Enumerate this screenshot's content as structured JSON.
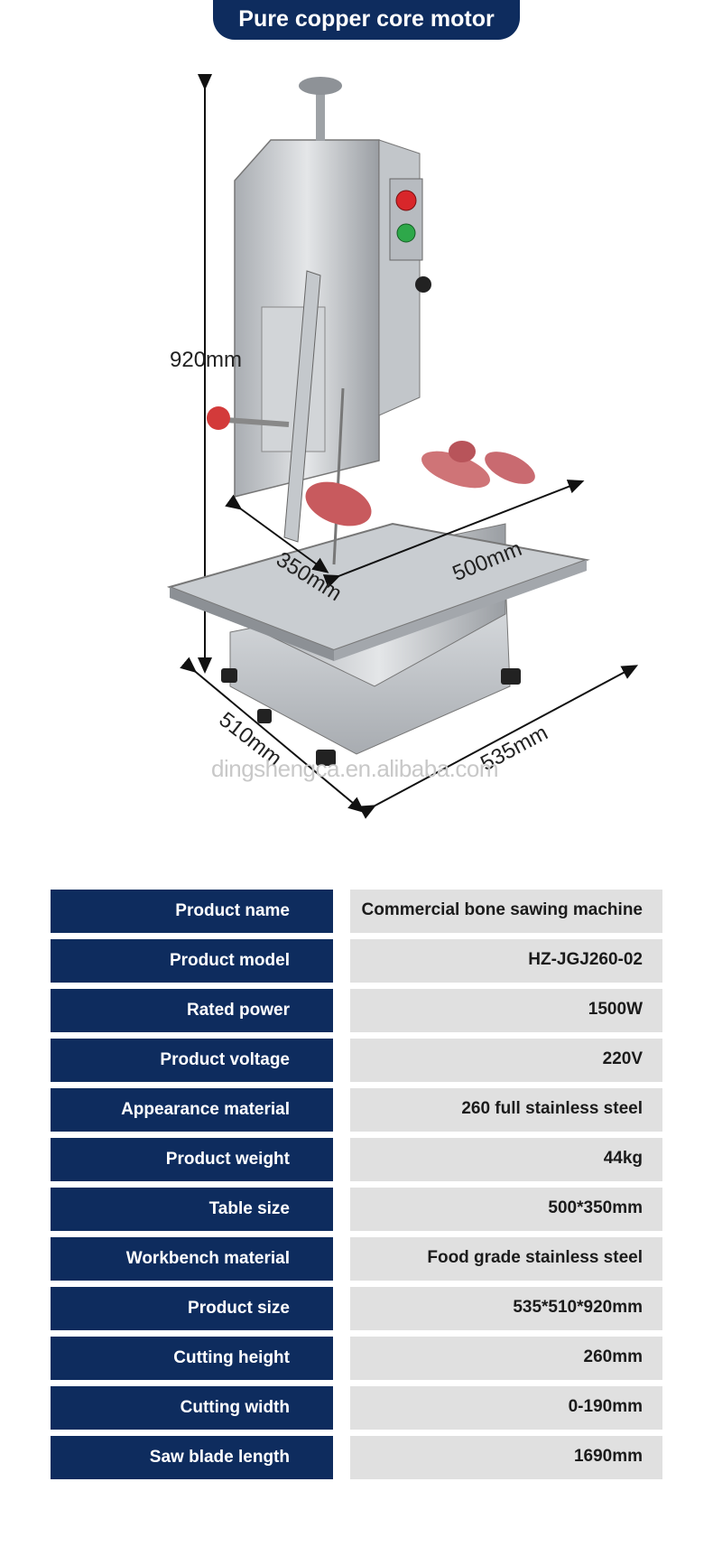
{
  "title": "Pure copper core motor",
  "dimensions": {
    "height": "920mm",
    "table_depth": "350mm",
    "table_width": "500mm",
    "base_depth": "510mm",
    "base_width": "535mm"
  },
  "watermark": "dingshengca.en.alibaba.com",
  "specs": [
    {
      "label": "Product name",
      "value": "Commercial bone sawing machine"
    },
    {
      "label": "Product model",
      "value": "HZ-JGJ260-02"
    },
    {
      "label": "Rated power",
      "value": "1500W"
    },
    {
      "label": "Product voltage",
      "value": "220V"
    },
    {
      "label": "Appearance material",
      "value": "260 full stainless steel"
    },
    {
      "label": "Product weight",
      "value": "44kg"
    },
    {
      "label": "Table size",
      "value": "500*350mm"
    },
    {
      "label": "Workbench material",
      "value": "Food grade stainless steel"
    },
    {
      "label": "Product size",
      "value": "535*510*920mm"
    },
    {
      "label": "Cutting height",
      "value": "260mm"
    },
    {
      "label": "Cutting width",
      "value": "0-190mm"
    },
    {
      "label": "Saw blade length",
      "value": "1690mm"
    }
  ],
  "colors": {
    "header_blue": "#0e2c5e",
    "value_grey": "#e0e0e0",
    "red_button": "#d8262a",
    "green_button": "#2ea84a"
  }
}
